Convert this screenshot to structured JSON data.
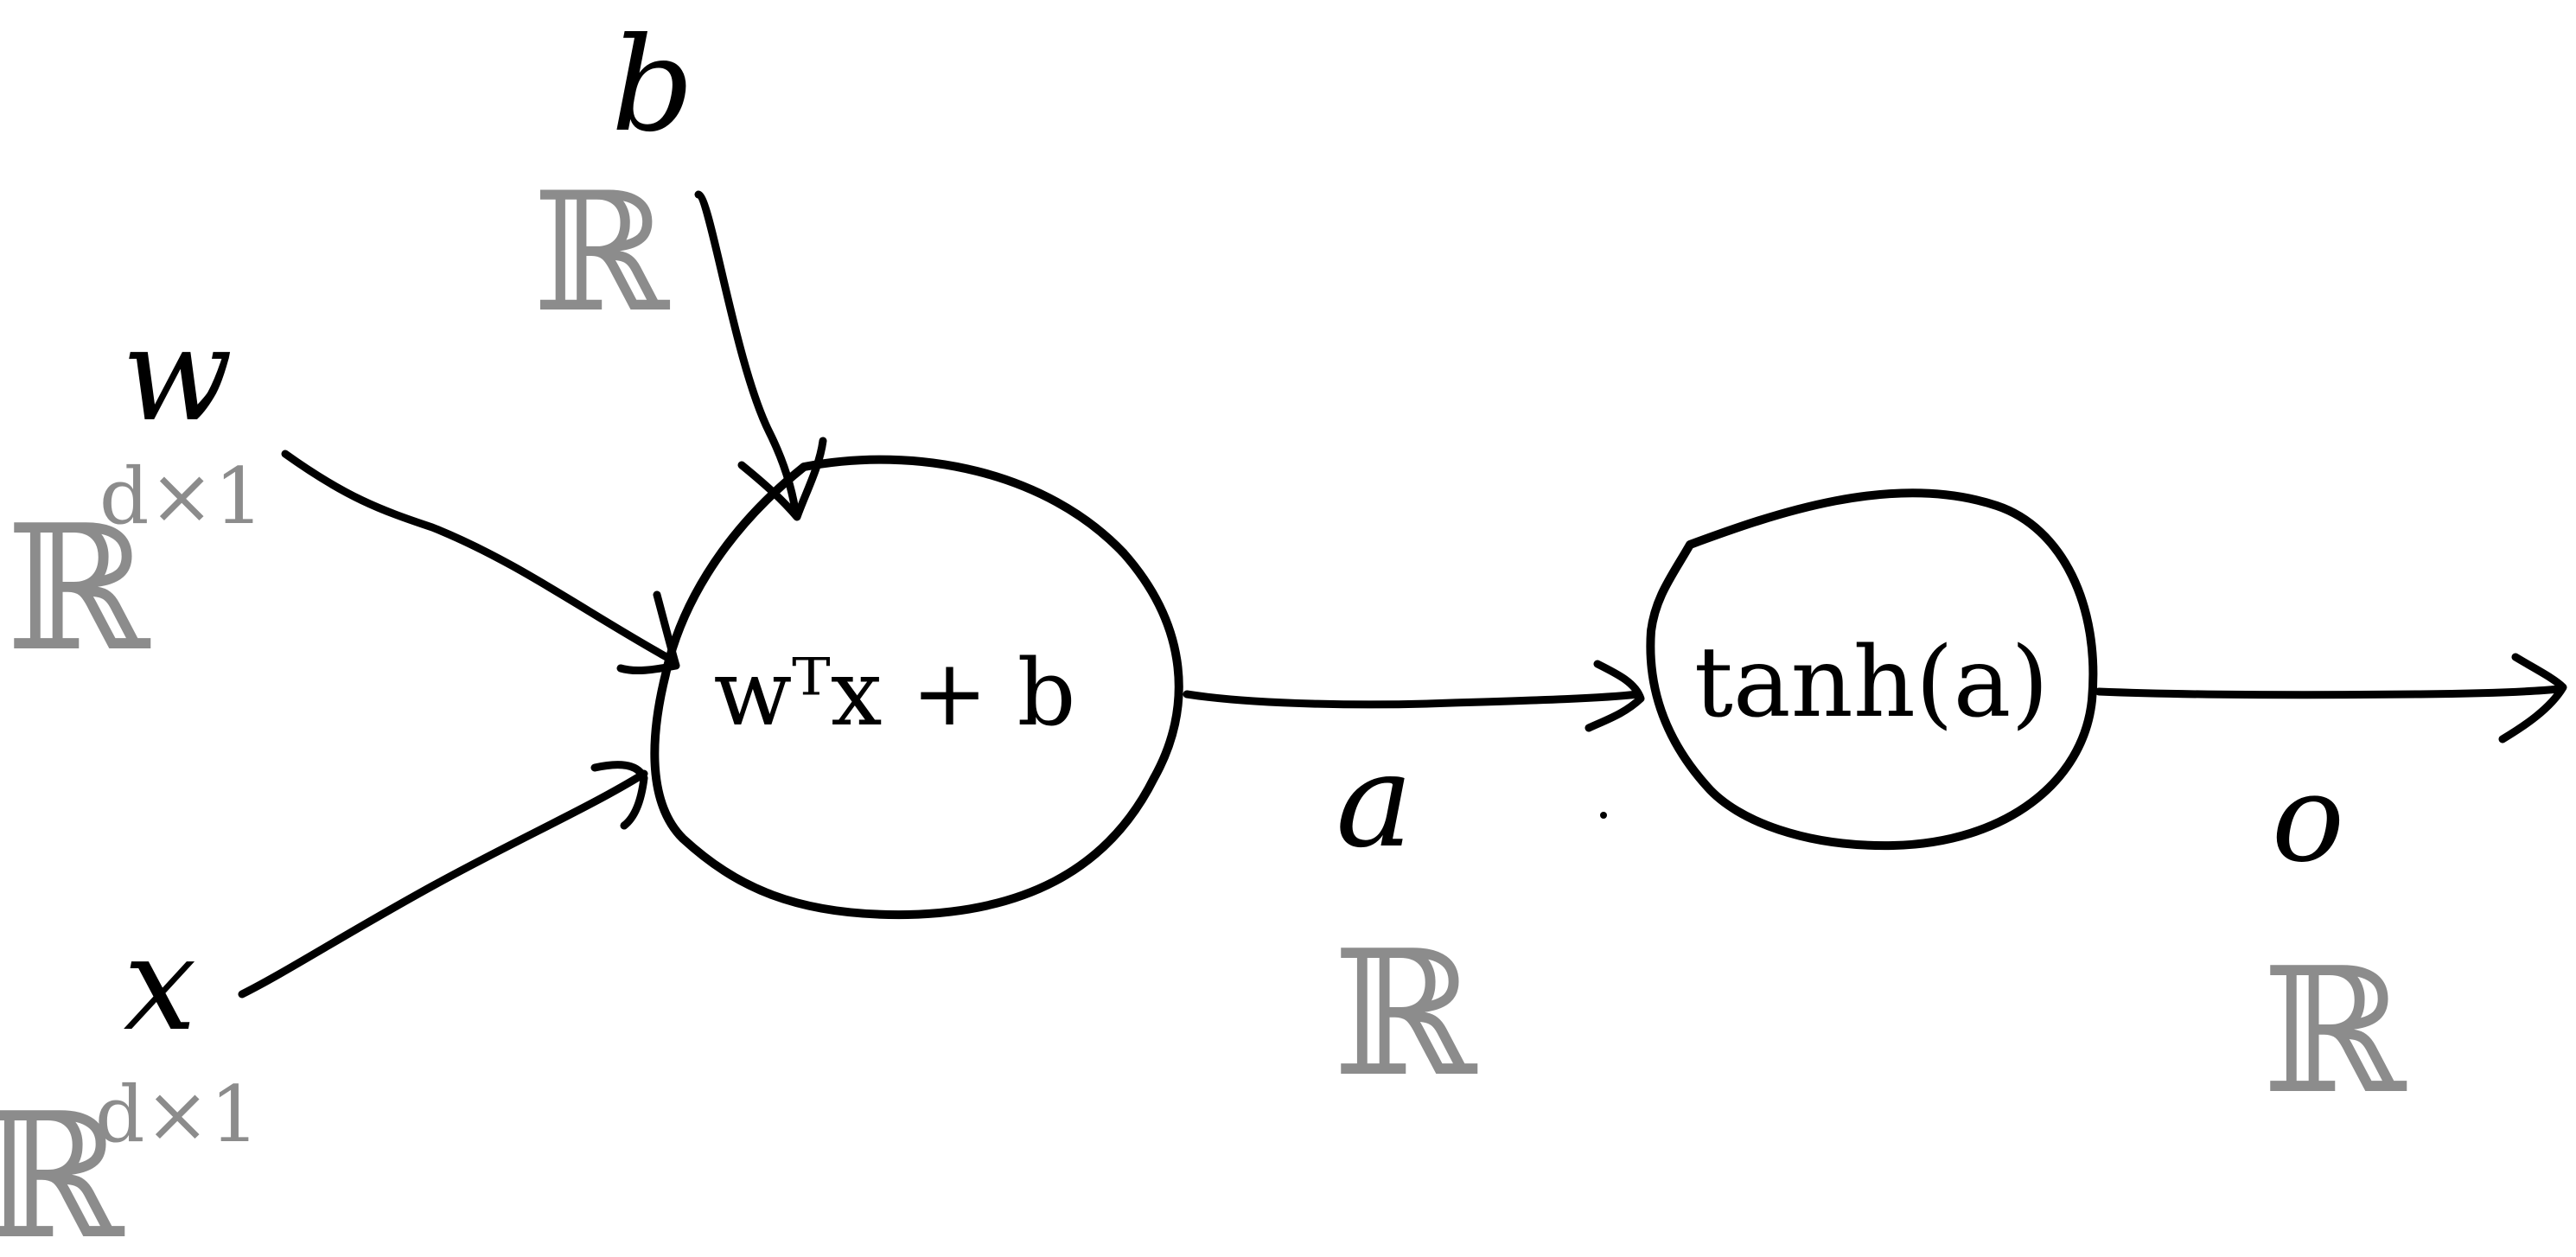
{
  "diagram": {
    "colors": {
      "ink": "#000000",
      "space": "#8c8c8c",
      "background": "#ffffff"
    },
    "inputs": {
      "b": {
        "symbol": "b",
        "space": "ℝ",
        "sup": ""
      },
      "w": {
        "symbol": "w",
        "space": "ℝ",
        "sup": "d×1"
      },
      "x": {
        "symbol": "x",
        "space": "ℝ",
        "sup": "d×1"
      }
    },
    "nodes": {
      "linear": {
        "text": "wᵀx + b"
      },
      "activation": {
        "text": "tanh(a)"
      }
    },
    "edges": {
      "a": {
        "symbol": "a",
        "space": "ℝ"
      },
      "o": {
        "symbol": "o",
        "space": "ℝ"
      }
    }
  }
}
